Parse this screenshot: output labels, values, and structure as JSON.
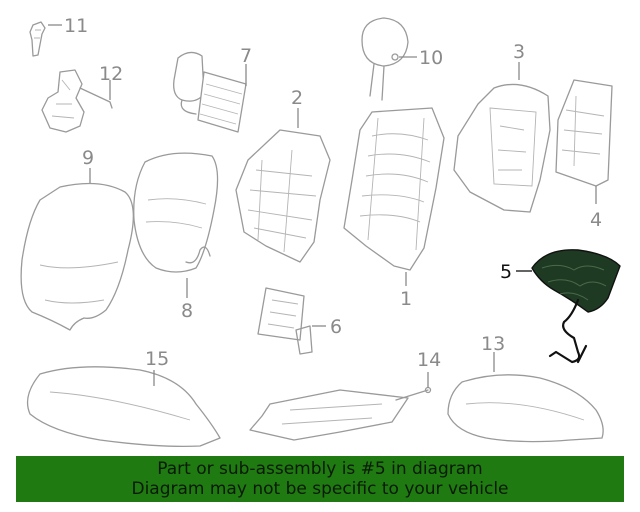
{
  "diagram": {
    "highlighted_part": "5",
    "callouts": {
      "p1": "1",
      "p2": "2",
      "p3": "3",
      "p4": "4",
      "p5": "5",
      "p6": "6",
      "p7": "7",
      "p8": "8",
      "p9": "9",
      "p10": "10",
      "p11": "11",
      "p12": "12",
      "p13": "13",
      "p14": "14",
      "p15": "15"
    }
  },
  "banner": {
    "line1": "Part or sub-assembly is #5 in diagram",
    "line2": "Diagram may not be specific to your vehicle"
  },
  "colors": {
    "banner_bg": "#1f7a12",
    "line_art": "#9a9a9a",
    "highlight": "#1f3a22"
  }
}
